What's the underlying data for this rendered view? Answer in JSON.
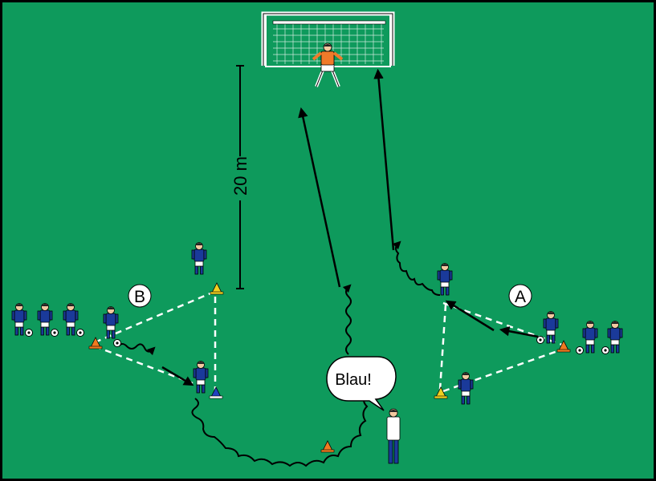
{
  "field": {
    "color": "#0e9a5c",
    "border": "#000000"
  },
  "labels": {
    "group_a": "A",
    "group_b": "B",
    "distance": "20 m",
    "coach_call": "Blau!"
  },
  "colors": {
    "team_shirt": "#1a3a9a",
    "goalkeeper_shirt": "#f07a2a",
    "cone_orange": "#f07a20",
    "cone_yellow": "#f0d020",
    "cone_blue": "#2040c0",
    "path": "#000000",
    "pass_line": "#ffffff"
  },
  "icons": [
    "goal-icon",
    "goalkeeper-icon",
    "player-icon",
    "coach-icon",
    "cone-icon",
    "ball-icon",
    "speech-bubble-icon"
  ]
}
